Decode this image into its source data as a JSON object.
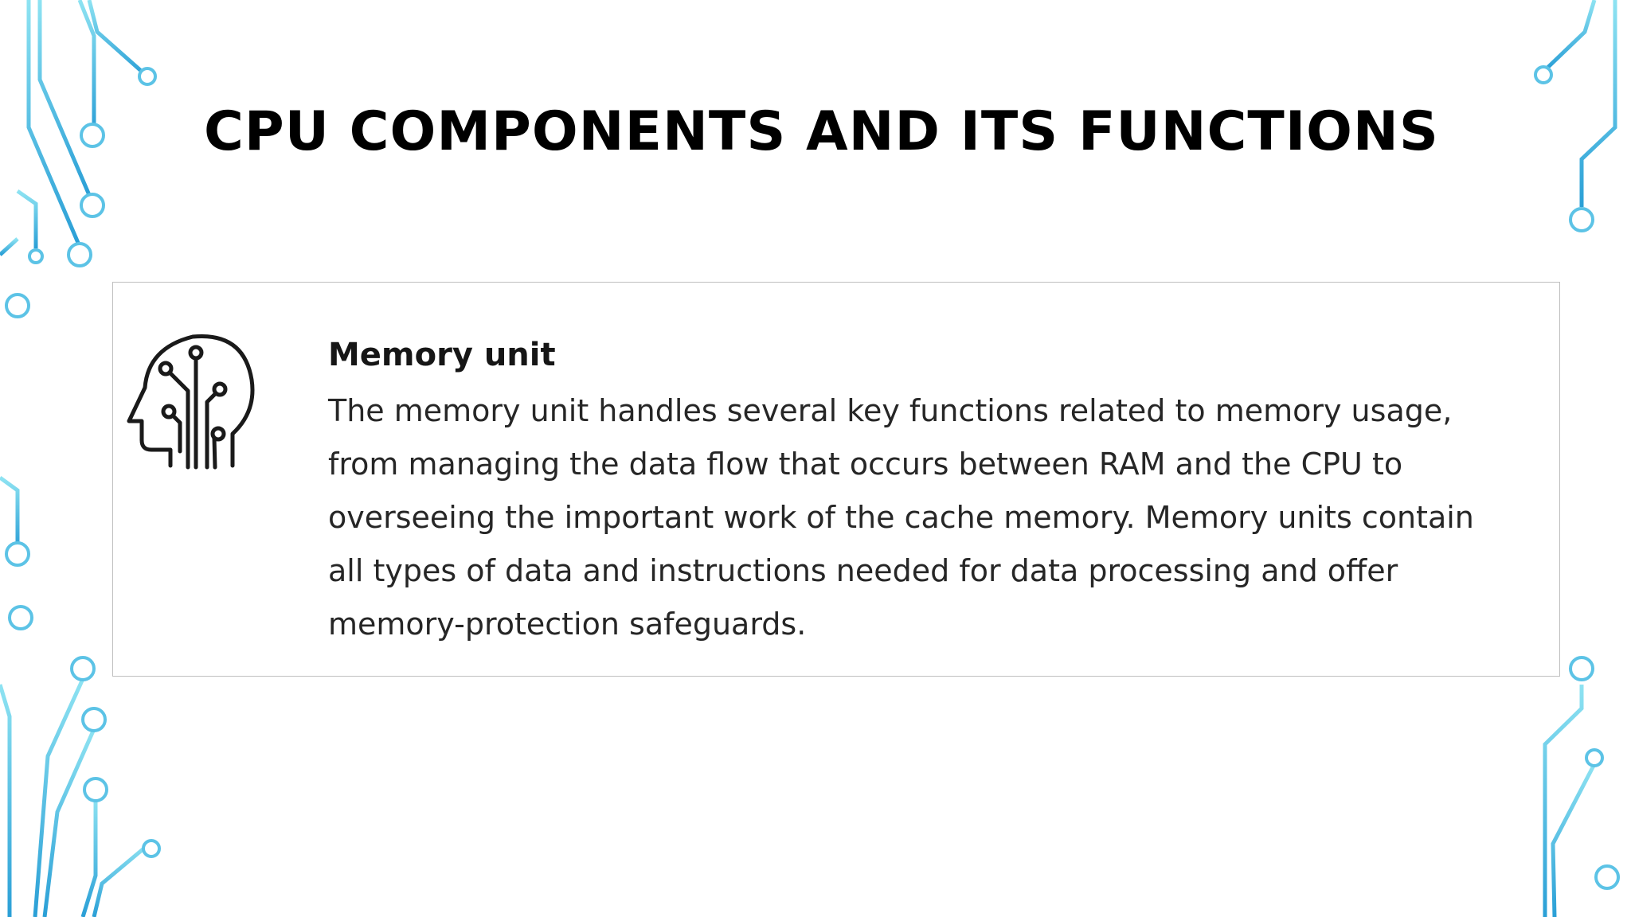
{
  "slide": {
    "title": "CPU COMPONENTS AND ITS FUNCTIONS"
  },
  "card": {
    "icon": "brain-circuit-icon",
    "heading": "Memory unit",
    "body": "The memory unit handles several key functions related to memory usage, from managing the data flow that occurs between RAM and the CPU to overseeing the important work of the cache memory. Memory units contain all types of data and instructions needed for data processing and offer memory-protection safeguards."
  },
  "decoration": {
    "circuit_icon": "circuit-board-lines-icon",
    "colors": {
      "circuit_light": "#6fd6ea",
      "circuit_dark": "#2a9fd6",
      "text": "#000000",
      "border": "#bfbfbf"
    }
  }
}
